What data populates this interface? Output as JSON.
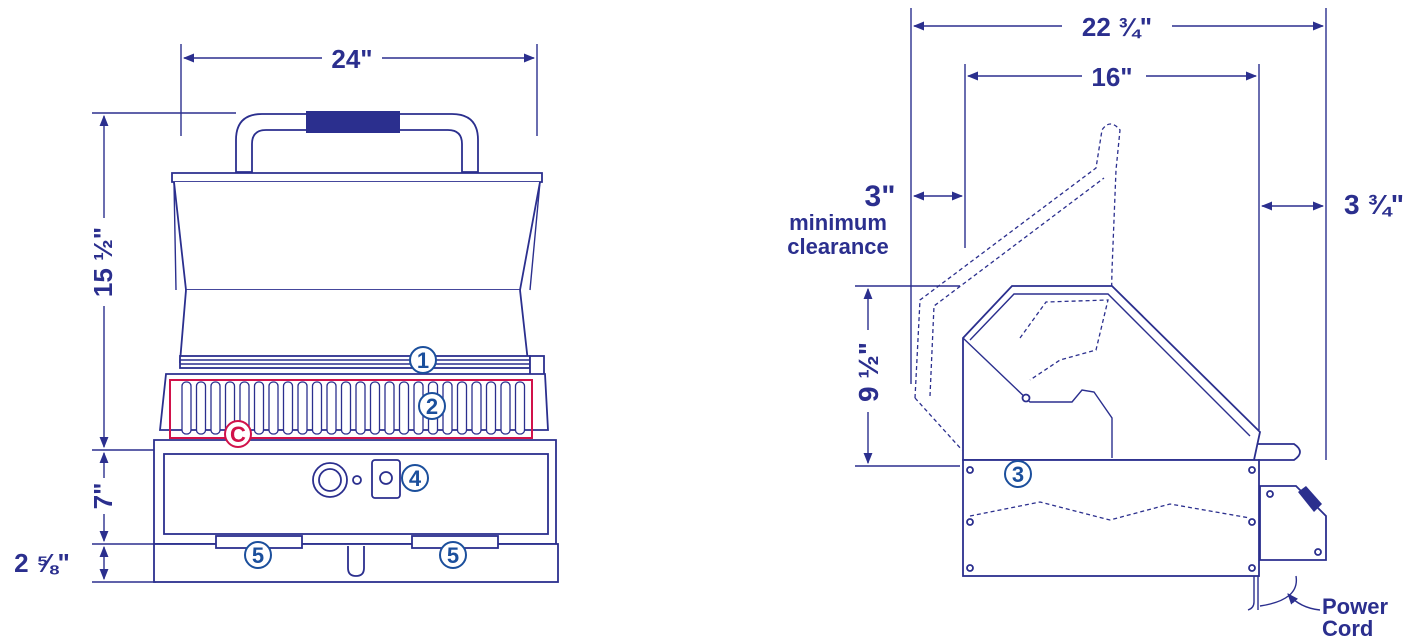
{
  "colors": {
    "primary": "#2b2f8e",
    "marker": "#1b4f9c",
    "accent_red": "#d1124a"
  },
  "front_view": {
    "width_dim": "24\"",
    "height_dim": "15 ½\"",
    "body_dim": "7\"",
    "base_dim": "2 ⅝\""
  },
  "side_view": {
    "total_depth_dim": "22 ¾\"",
    "inner_depth_dim": "16\"",
    "rear_clearance_dim": "3\"",
    "rear_clearance_label_1": "minimum",
    "rear_clearance_label_2": "clearance",
    "front_dim": "3 ¾\"",
    "height_dim": "9 ½\"",
    "power_label_1": "Power",
    "power_label_2": "Cord"
  },
  "markers": {
    "m1": "1",
    "m2": "2",
    "mc": "C",
    "m3": "3",
    "m4": "4",
    "m5a": "5",
    "m5b": "5"
  }
}
